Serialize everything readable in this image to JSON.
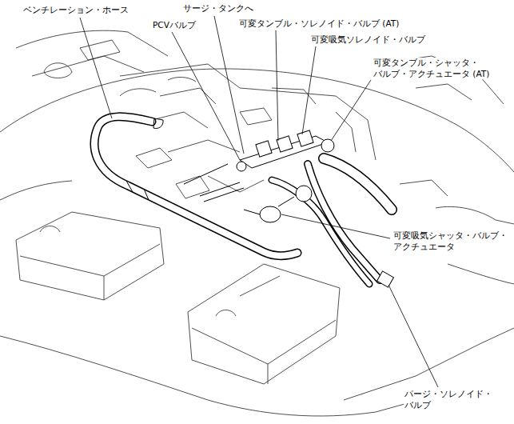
{
  "diagram": {
    "labels": [
      "ベンチレーション・ホース",
      "PCVバルブ",
      "サージ・タンクへ",
      "可変タンブル・ソレノイド・バルブ (AT)",
      "可変吸気ソレノイド・バルブ",
      "可変タンブル・シャッタ・ バルブ・アクチュエータ (AT)",
      "可変吸気シャッタ・バルブ・ アクチュエータ",
      "パージ・ソレノイド・ バルブ"
    ]
  }
}
